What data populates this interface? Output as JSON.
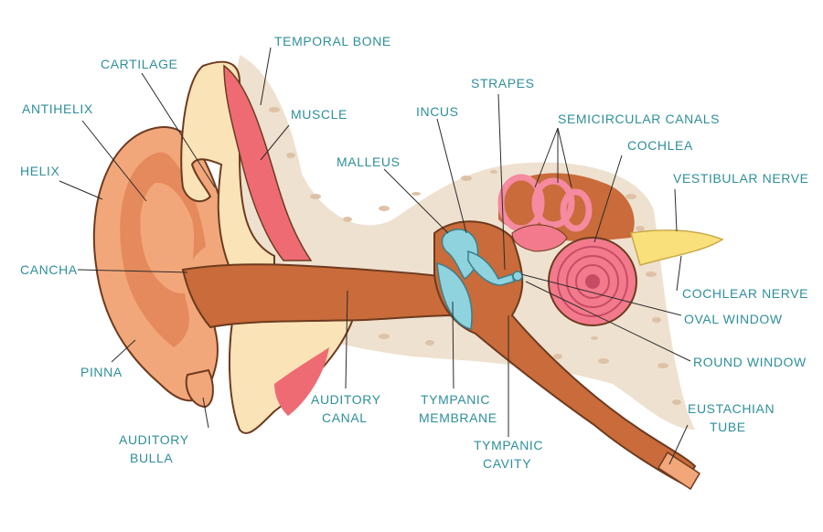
{
  "palette": {
    "label_text": "#2f8f9b",
    "bone": "#efe1cf",
    "bone_speckle": "#ddc2a8",
    "skin": "#f2a77a",
    "skin_dark": "#e58a5d",
    "canal": "#c96b3a",
    "canal_dark": "#a9552b",
    "cartilage": "#fbe3b8",
    "muscle": "#ef6b73",
    "tympanic_membrane": "#8fd3df",
    "cochlea": "#f27a8c",
    "semicircular": "#f58aa0",
    "nerve": "#f9e07a",
    "outline": "#6d3b1f"
  },
  "labels": {
    "temporal_bone": "TEMPORAL BONE",
    "cartilage": "CARTILAGE",
    "antihelix": "ANTIHELIX",
    "muscle": "MUSCLE",
    "incus": "INCUS",
    "strapes": "STRAPES",
    "semicircular_canals": "SEMICIRCULAR CANALS",
    "cochlea": "COCHLEA",
    "malleus": "MALLEUS",
    "helix": "HELIX",
    "vestibular_nerve": "VESTIBULAR NERVE",
    "cancha": "CANCHA",
    "cochlear_nerve": "COCHLEAR NERVE",
    "oval_window": "OVAL WINDOW",
    "round_window": "ROUND WINDOW",
    "pinna": "PINNA",
    "auditory_canal_1": "AUDITORY",
    "auditory_canal_2": "CANAL",
    "tympanic_membrane_1": "TYMPANIC",
    "tympanic_membrane_2": "MEMBRANE",
    "eustachian_tube_1": "EUSTACHIAN",
    "eustachian_tube_2": "TUBE",
    "auditory_bulla_1": "AUDITORY",
    "auditory_bulla_2": "BULLA",
    "tympanic_cavity_1": "TYMPANIC",
    "tympanic_cavity_2": "CAVITY"
  }
}
